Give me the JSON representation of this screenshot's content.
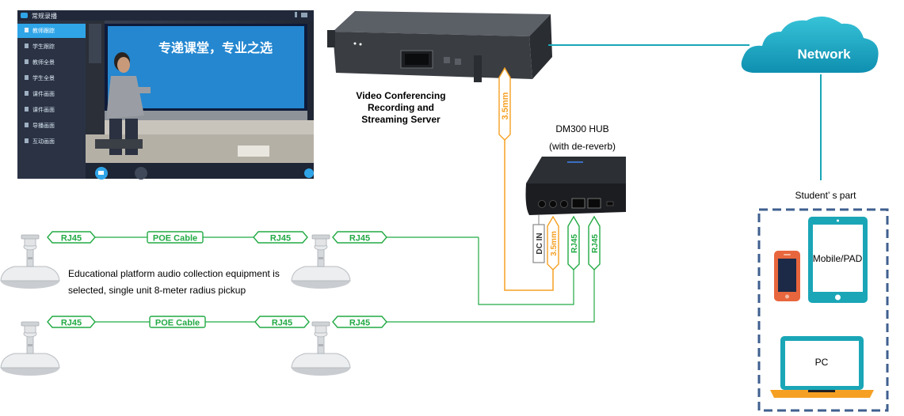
{
  "screenshot": {
    "app_title": "常规录播",
    "banner_text": "专递课堂，专业之选",
    "menu_items": [
      "教师跟踪",
      "学生跟踪",
      "教师全景",
      "学生全景",
      "课件画面",
      "课件画面",
      "导播画面",
      "互动画面"
    ]
  },
  "server": {
    "caption_line1": "Video Conferencing",
    "caption_line2": "Recording and",
    "caption_line3": "Streaming Server"
  },
  "network": {
    "label": "Network"
  },
  "hub": {
    "title": "DM300  HUB",
    "subtitle": "(with de-reverb)"
  },
  "connectors": {
    "server_audio": "3.5mm",
    "dc_in": "DC IN",
    "hub_audio": "3.5mm",
    "rj45_a": "RJ45",
    "rj45_b": "RJ45"
  },
  "mic_chain": {
    "row1": [
      "RJ45",
      "POE Cable",
      "RJ45",
      "RJ45"
    ],
    "row2": [
      "RJ45",
      "POE Cable",
      "RJ45",
      "RJ45"
    ],
    "description_line1": "Educational platform audio collection equipment is",
    "description_line2": "selected, single unit 8-meter radius pickup"
  },
  "students": {
    "title": "Student’ s part",
    "mobile_label": "Mobile/PAD",
    "pc_label": "PC"
  },
  "colors": {
    "green": "#22aa44",
    "orange": "#f5a023",
    "teal": "#1aa6b7",
    "navy": "#3f5f8f"
  }
}
